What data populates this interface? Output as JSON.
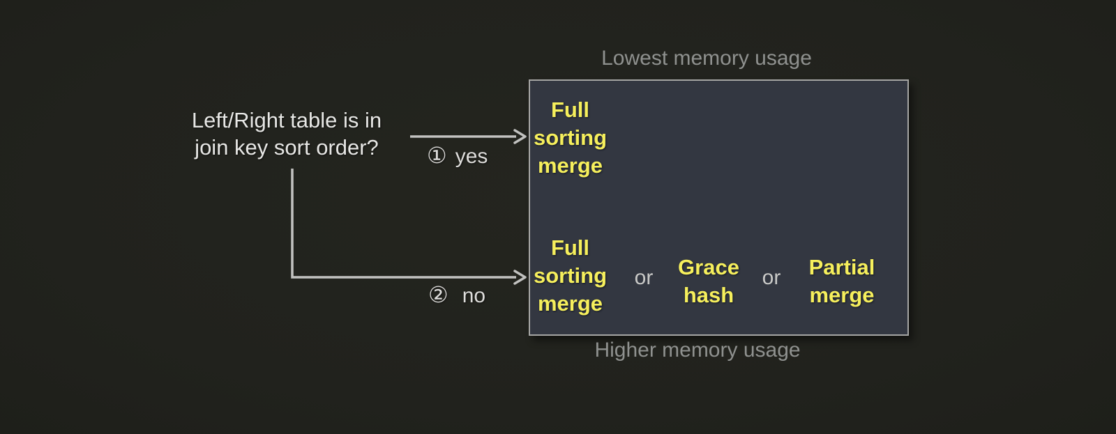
{
  "colors": {
    "background": "#21221d",
    "box_fill": "#333741",
    "box_border": "#a6a6a4",
    "algorithm_text": "#f6ef5c",
    "caption_gray": "#8f918f",
    "question_white": "#e7e7e5",
    "connector_line": "#c2c2c0"
  },
  "question": {
    "line1": "Left/Right table is in",
    "line2": "join key sort order?"
  },
  "branches": {
    "yes": {
      "number": "①",
      "label": "yes"
    },
    "no": {
      "number": "②",
      "label": "no"
    }
  },
  "memory_scale": {
    "top": "Lowest memory usage",
    "bottom": "Higher memory usage"
  },
  "box": {
    "sorted_row": {
      "algorithms": [
        {
          "lines": [
            "Full",
            "sorting",
            "merge"
          ]
        }
      ]
    },
    "unsorted_row": {
      "separator": "or",
      "algorithms": [
        {
          "lines": [
            "Full",
            "sorting",
            "merge"
          ]
        },
        {
          "lines": [
            "Grace",
            "hash"
          ]
        },
        {
          "lines": [
            "Partial",
            "merge"
          ]
        }
      ]
    }
  }
}
